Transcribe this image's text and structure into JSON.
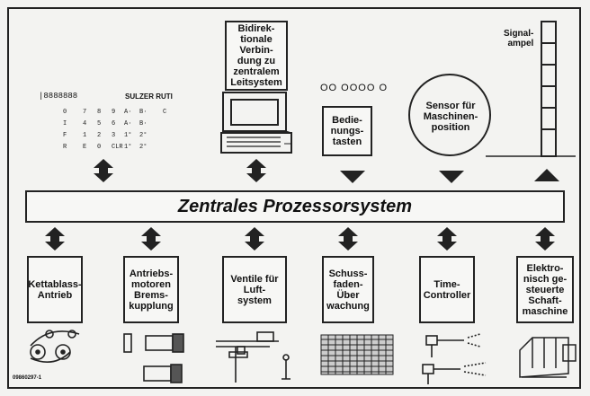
{
  "cpu_label": "Zentrales Prozessorsystem",
  "top_components": {
    "terminal_label": "Bidirek-\ntionale\nVerbin-\ndung zu\nzentralem\nLeitsystem",
    "buttons_label": "Bedie-\nnungs-\ntasten",
    "sensor_label": "Sensor für\nMaschinen-\nposition",
    "signal_label": "Signal-\nampel",
    "lamp_indicators": "OO OOOO O"
  },
  "panel": {
    "display": "|8888888",
    "brand": "SULZER RUTI",
    "rows": [
      [
        "0",
        "7",
        "8",
        "9",
        "A·",
        "B·",
        "C"
      ],
      [
        "I",
        "4",
        "5",
        "6",
        "A·",
        "B·",
        ""
      ],
      [
        "F",
        "1",
        "2",
        "3",
        "1°",
        "2°",
        ""
      ],
      [
        "R",
        "E",
        "0",
        "CLR",
        "1°",
        "2°",
        ""
      ]
    ]
  },
  "bottom_components": [
    {
      "label": "Kettablass-\nAntrieb"
    },
    {
      "label": "Antriebs-\nmotoren\nBrems-\nkupplung"
    },
    {
      "label": "Ventile für\nLuft-\nsystem"
    },
    {
      "label": "Schuss-\nfaden-\nÜber\nwachung"
    },
    {
      "label": "Time-\nController"
    },
    {
      "label": "Elektro-\nnisch ge-\nsteuerte\nSchaft-\nmaschine"
    }
  ],
  "figure_code": "09860297-1"
}
